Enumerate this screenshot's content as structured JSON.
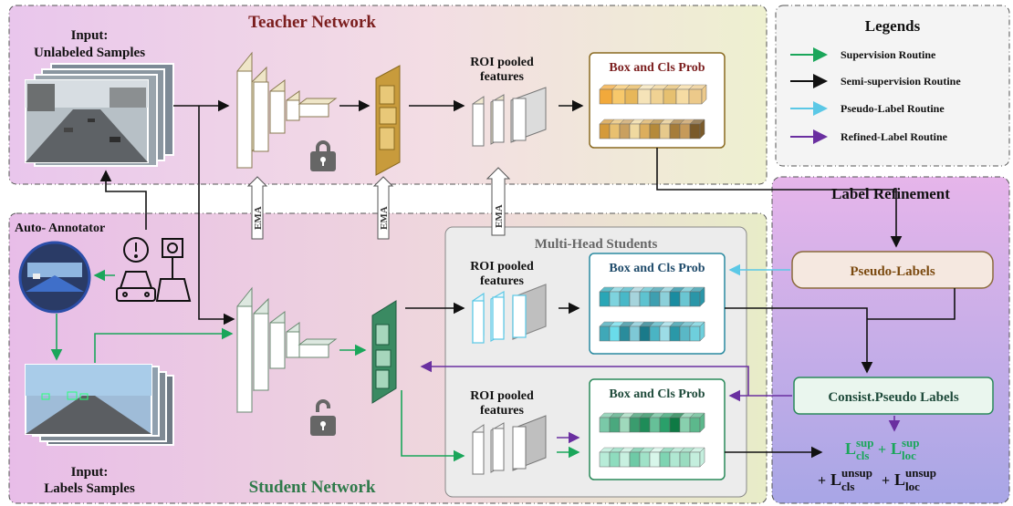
{
  "teacher": {
    "title": "Teacher Network",
    "input_line1": "Input:",
    "input_line2": "Unlabeled Samples",
    "roi_line1": "ROI pooled",
    "roi_line2": "features",
    "prob_title": "Box and Cls Prob"
  },
  "student": {
    "title": "Student Network",
    "auto_annotator": "Auto- Annotator",
    "input_line1": "Input:",
    "input_line2": "Labels Samples"
  },
  "ema": [
    "EMA",
    "EMA",
    "EMA"
  ],
  "multihead": {
    "title": "Multi-Head Students",
    "roi1_line1": "ROI pooled",
    "roi1_line2": "features",
    "prob1_title": "Box and Cls Prob",
    "roi2_line1": "ROI pooled",
    "roi2_line2": "features",
    "prob2_title": "Box and Cls Prob"
  },
  "legends": {
    "title": "Legends",
    "items": [
      {
        "label": "Supervision Routine",
        "color": "#1aa65a"
      },
      {
        "label": "Semi-supervision Routine",
        "color": "#111111"
      },
      {
        "label": "Pseudo-Label Routine",
        "color": "#5bc8e6"
      },
      {
        "label": "Refined-Label Routine",
        "color": "#6a2fa0"
      }
    ]
  },
  "refinement": {
    "title": "Label Refinement",
    "pseudo_labels": "Pseudo-Labels",
    "consist_labels": "Consist.Pseudo Labels"
  },
  "loss": {
    "sup_cls": "L",
    "sup_cls_sup": "sup",
    "sup_cls_sub": "cls",
    "plus1": "+",
    "sup_loc": "L",
    "sup_loc_sup": "sup",
    "sup_loc_sub": "loc",
    "plus2": "+",
    "uns_cls": "L",
    "uns_cls_sup": "unsup",
    "uns_cls_sub": "cls",
    "plus3": "+",
    "uns_loc": "L",
    "uns_loc_sup": "unsup",
    "uns_loc_sub": "loc"
  },
  "colors": {
    "teacher_bar": [
      "#f2a93b",
      "#f7c86b",
      "#e7b75a",
      "#f5e3b8",
      "#f0d293",
      "#e6c070",
      "#f6dca3",
      "#ecc98a"
    ],
    "teacher_bar2": [
      "#d49a3a",
      "#e8c070",
      "#c9a060",
      "#f0d9a0",
      "#dcae5d",
      "#b58a3a",
      "#e6c98c",
      "#a67d3a",
      "#c69a5a",
      "#7a5a2a"
    ],
    "student_bar1": [
      "#2aa6b6",
      "#7ed3de",
      "#48b8c8",
      "#a6d4dc",
      "#5ec3d0",
      "#3e9fb0",
      "#8cd0da",
      "#1a8ca0",
      "#6ac6d2",
      "#2a96a8"
    ],
    "student_bar2": [
      "#3fa8b8",
      "#6adcea",
      "#2a8c9c",
      "#7ec8d6",
      "#1a7a8a",
      "#4ab4c4",
      "#9cdce6",
      "#2a98a8",
      "#5ab8c6",
      "#6ecfdc"
    ],
    "student_bar3": [
      "#7ac9a8",
      "#4aa87e",
      "#9fd9bc",
      "#3a9c6e",
      "#1e8c58",
      "#66c098",
      "#2aa06a",
      "#0e7a44",
      "#88d0ae",
      "#5cb88c"
    ],
    "student_bar4": [
      "#b8ecd8",
      "#8edcbe",
      "#c8f0e0",
      "#6ecaa6",
      "#a0e2c8",
      "#d8f6ea",
      "#7ed4b2",
      "#b0e8d2",
      "#9adcc0",
      "#c4eedd"
    ]
  }
}
